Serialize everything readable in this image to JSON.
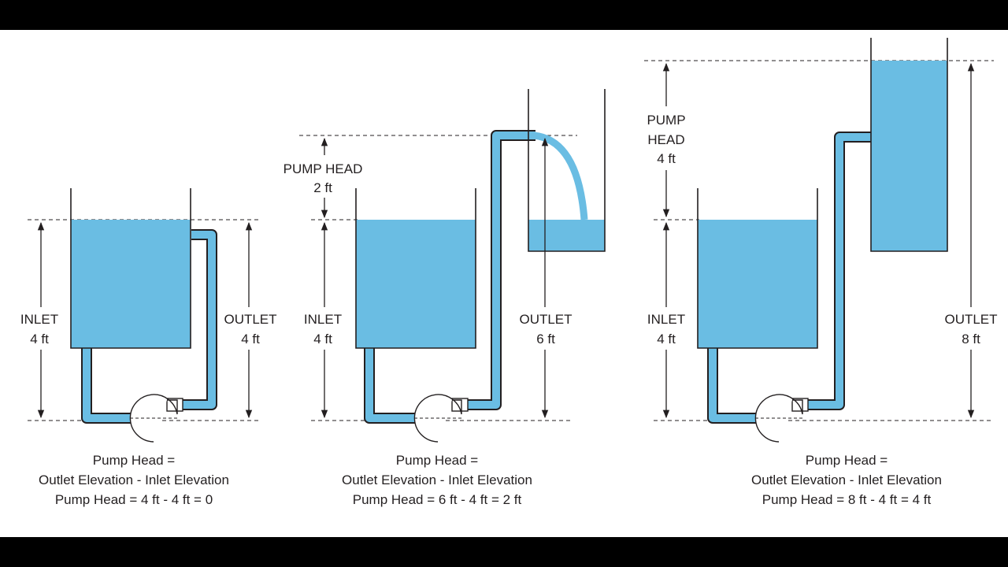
{
  "colors": {
    "water": "#6ABDE3",
    "line": "#231f20",
    "background": "#ffffff",
    "letterbox": "#000000"
  },
  "panels": [
    {
      "inlet": {
        "label": "INLET",
        "value": "4 ft"
      },
      "outlet": {
        "label": "OUTLET",
        "value": "4 ft"
      },
      "caption": [
        "Pump Head =",
        "Outlet Elevation - Inlet Elevation",
        "Pump Head = 4 ft - 4 ft = 0"
      ]
    },
    {
      "pump_head": {
        "label": "PUMP HEAD",
        "value": "2 ft"
      },
      "inlet": {
        "label": "INLET",
        "value": "4 ft"
      },
      "outlet": {
        "label": "OUTLET",
        "value": "6 ft"
      },
      "caption": [
        "Pump Head =",
        "Outlet Elevation - Inlet Elevation",
        "Pump Head = 6 ft - 4 ft = 2 ft"
      ]
    },
    {
      "pump_head": {
        "label_line1": "PUMP",
        "label_line2": "HEAD",
        "value": "4 ft"
      },
      "inlet": {
        "label": "INLET",
        "value": "4 ft"
      },
      "outlet": {
        "label": "OUTLET",
        "value": "8 ft"
      },
      "caption": [
        "Pump Head =",
        "Outlet Elevation - Inlet Elevation",
        "Pump Head = 8 ft - 4 ft = 4 ft"
      ]
    }
  ]
}
